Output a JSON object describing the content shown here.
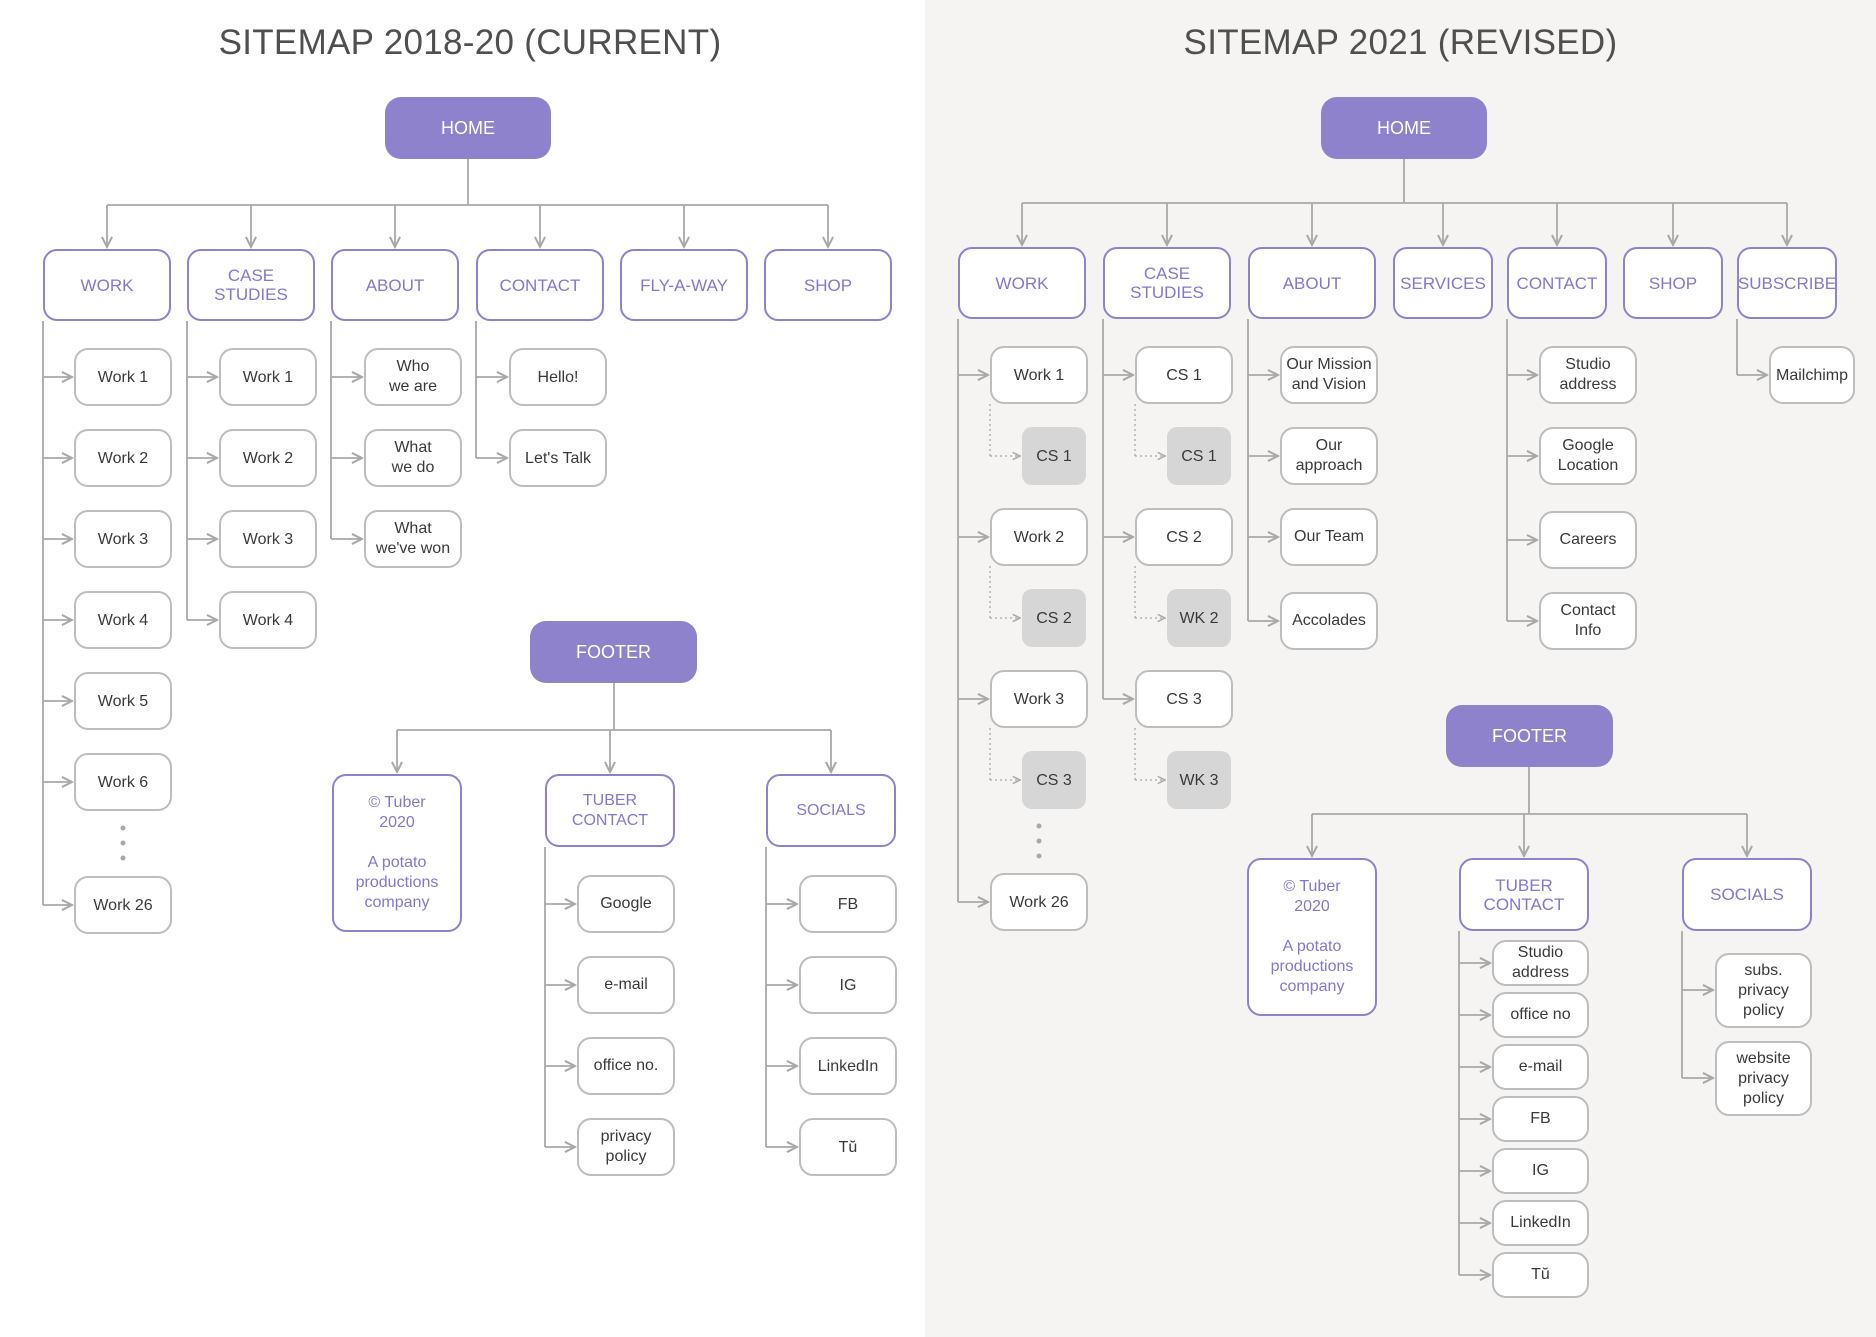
{
  "left": {
    "title": "SITEMAP 2018-20 (CURRENT)",
    "home": "HOME",
    "footer": "FOOTER",
    "sections": [
      {
        "label": "WORK",
        "children": [
          "Work 1",
          "Work 2",
          "Work 3",
          "Work 4",
          "Work 5",
          "Work 6",
          "Work 26"
        ]
      },
      {
        "label": "CASE\nSTUDIES",
        "children": [
          "Work 1",
          "Work 2",
          "Work 3",
          "Work 4"
        ]
      },
      {
        "label": "ABOUT",
        "children": [
          "Who\nwe are",
          "What\nwe do",
          "What\nwe've won"
        ]
      },
      {
        "label": "CONTACT",
        "children": [
          "Hello!",
          "Let's Talk"
        ]
      },
      {
        "label": "FLY-A-WAY",
        "children": []
      },
      {
        "label": "SHOP",
        "children": []
      }
    ],
    "footer_sections": [
      {
        "label": "© Tuber\n2020\n\nA potato\nproductions\ncompany",
        "children": []
      },
      {
        "label": "TUBER\nCONTACT",
        "children": [
          "Google",
          "e-mail",
          "office no.",
          "privacy\npolicy"
        ]
      },
      {
        "label": "SOCIALS",
        "children": [
          "FB",
          "IG",
          "LinkedIn",
          "Tŭ"
        ]
      }
    ]
  },
  "right": {
    "title": "SITEMAP 2021 (REVISED)",
    "home": "HOME",
    "footer": "FOOTER",
    "sections": [
      {
        "label": "WORK",
        "children": [
          "Work 1",
          "CS 1",
          "Work 2",
          "CS 2",
          "Work 3",
          "CS 3",
          "Work 26"
        ]
      },
      {
        "label": "CASE\nSTUDIES",
        "children": [
          "CS 1",
          "CS 1",
          "CS 2",
          "WK 2",
          "CS 3",
          "WK 3"
        ]
      },
      {
        "label": "ABOUT",
        "children": [
          "Our Mission\nand Vision",
          "Our\napproach",
          "Our Team",
          "Accolades"
        ]
      },
      {
        "label": "SERVICES",
        "children": []
      },
      {
        "label": "CONTACT",
        "children": [
          "Studio\naddress",
          "Google\nLocation",
          "Careers",
          "Contact\nInfo"
        ]
      },
      {
        "label": "SHOP",
        "children": []
      },
      {
        "label": "SUBSCRIBE",
        "children": [
          "Mailchimp"
        ]
      }
    ],
    "footer_sections": [
      {
        "label": "© Tuber\n2020\n\nA potato\nproductions\ncompany",
        "children": []
      },
      {
        "label": "TUBER\nCONTACT",
        "children": [
          "Studio\naddress",
          "office no",
          "e-mail",
          "FB",
          "IG",
          "LinkedIn",
          "Tŭ"
        ]
      },
      {
        "label": "SOCIALS",
        "children": [
          "subs.\nprivacy\npolicy",
          "website\nprivacy\npolicy"
        ]
      }
    ]
  },
  "colors": {
    "accent": "#8e82cc",
    "accent_text": "#8577c9",
    "connector": "#a8a8a8",
    "node_border": "#bdbdbd",
    "gray_node": "#d6d6d6",
    "right_panel_bg": "#f5f4f2"
  }
}
